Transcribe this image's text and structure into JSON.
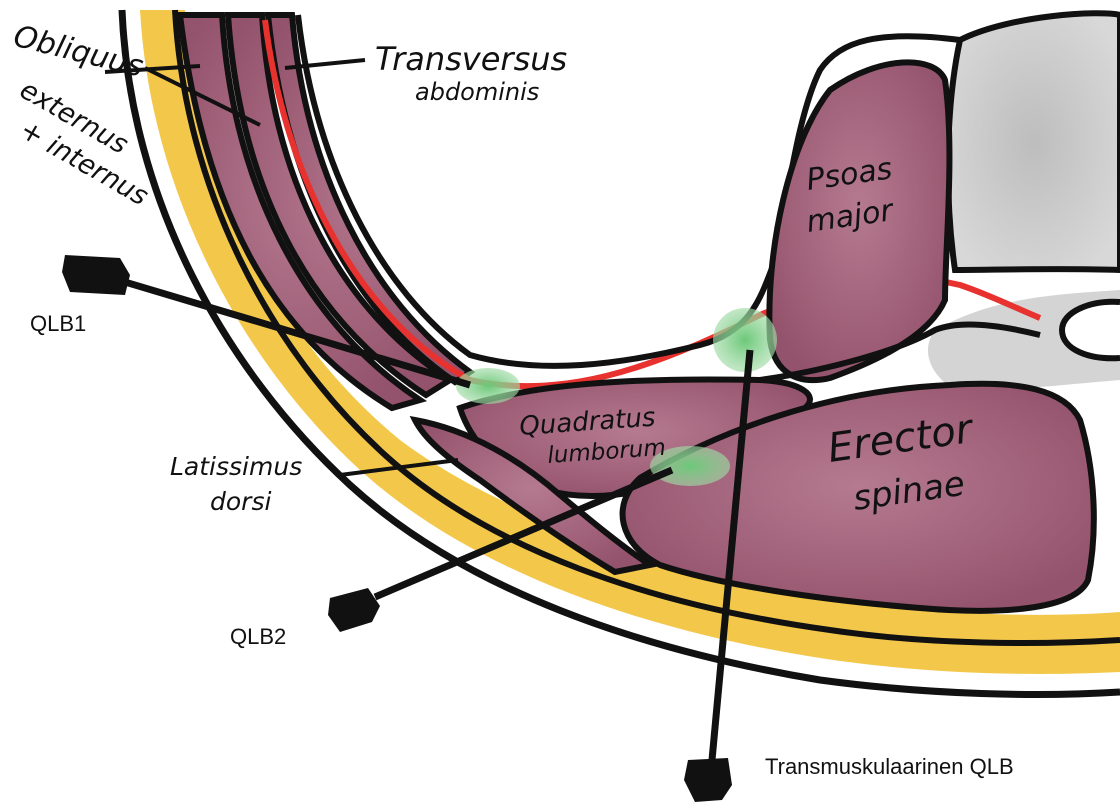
{
  "labels": {
    "obliquus": [
      "Obliquus",
      "externus",
      "+ internus"
    ],
    "transversus": [
      "Transversus",
      "abdominis"
    ],
    "psoas": [
      "Psoas",
      "major"
    ],
    "quadratus": [
      "Quadratus",
      "lumborum"
    ],
    "erector": [
      "Erector",
      "spinae"
    ],
    "latissimus": [
      "Latissimus",
      "dorsi"
    ]
  },
  "needles": {
    "qlb1": "QLB1",
    "qlb2": "QLB2",
    "transmuscular": "Transmuskulaarinen QLB"
  },
  "colors": {
    "muscle": "#a0607a",
    "fat": "#f3c84a",
    "fascia_line": "#e8322f",
    "injectate": "#7fcf86",
    "bone": "#c9c9c9",
    "outline": "#111111"
  }
}
